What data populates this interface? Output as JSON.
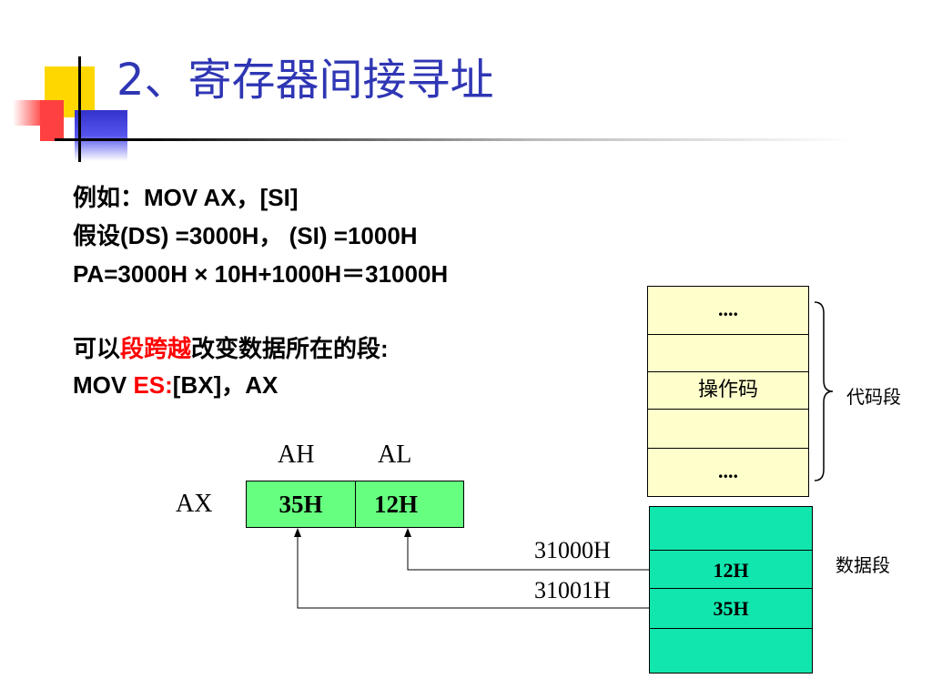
{
  "title": "2、寄存器间接寻址",
  "lines": {
    "l1": "例如：MOV  AX，[SI]",
    "l2": "假设(DS) =3000H， (SI) =1000H",
    "l3": "PA=3000H × 10H+1000H＝31000H",
    "l4_pre": "可以",
    "l4_red": "段跨越",
    "l4_post": "改变数据所在的段:",
    "l5_pre": "MOV ",
    "l5_red": "ES:",
    "l5_post": "[BX]，AX"
  },
  "register": {
    "name": "AX",
    "high_label": "AH",
    "low_label": "AL",
    "high_value": "35H",
    "low_value": "12H"
  },
  "code_segment": {
    "label": "代码段",
    "cells": [
      "....",
      "",
      "操作码",
      "",
      "...."
    ]
  },
  "data_segment": {
    "label": "数据段",
    "cells": [
      "",
      "12H",
      "35H",
      ""
    ],
    "addresses": [
      "31000H",
      "31001H"
    ]
  }
}
